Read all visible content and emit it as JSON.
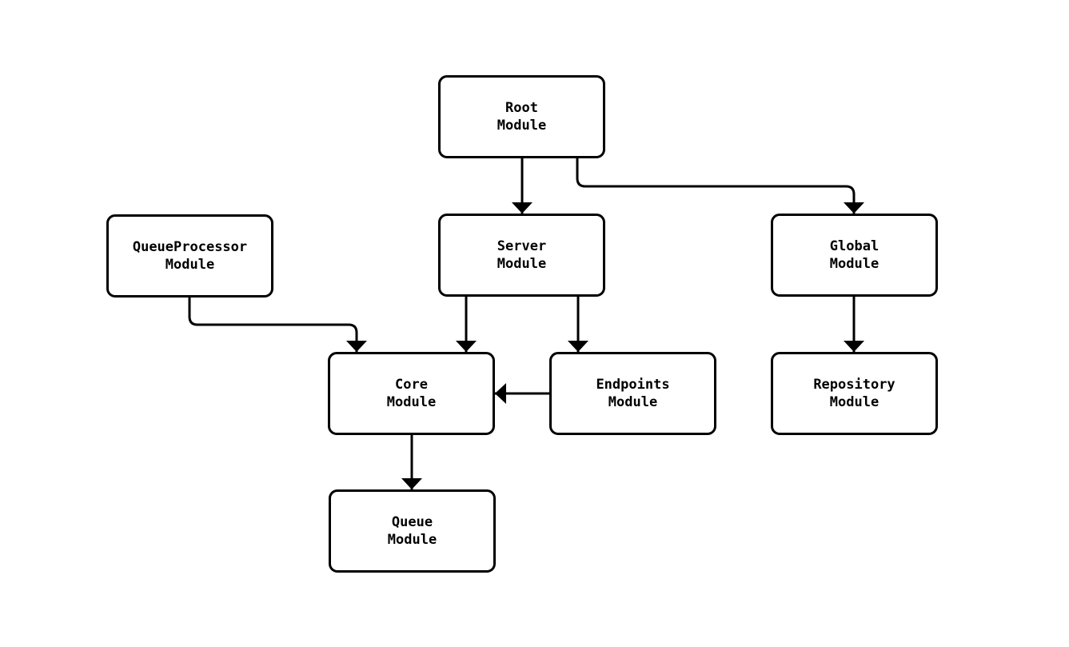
{
  "diagram": {
    "background_color": "#ffffff",
    "stroke_color": "#000000",
    "node_fill_color": "#ffffff",
    "text_color": "#000000",
    "nodes": [
      {
        "id": "root",
        "label": "Root\nModule"
      },
      {
        "id": "queueprocessor",
        "label": "QueueProcessor\nModule"
      },
      {
        "id": "server",
        "label": "Server\nModule"
      },
      {
        "id": "global",
        "label": "Global\nModule"
      },
      {
        "id": "core",
        "label": "Core\nModule"
      },
      {
        "id": "endpoints",
        "label": "Endpoints\nModule"
      },
      {
        "id": "repository",
        "label": "Repository\nModule"
      },
      {
        "id": "queue",
        "label": "Queue\nModule"
      }
    ],
    "edges": [
      {
        "from": "root",
        "to": "server"
      },
      {
        "from": "root",
        "to": "global"
      },
      {
        "from": "queueprocessor",
        "to": "core"
      },
      {
        "from": "server",
        "to": "core"
      },
      {
        "from": "server",
        "to": "endpoints"
      },
      {
        "from": "endpoints",
        "to": "core"
      },
      {
        "from": "global",
        "to": "repository"
      },
      {
        "from": "core",
        "to": "queue"
      }
    ]
  }
}
